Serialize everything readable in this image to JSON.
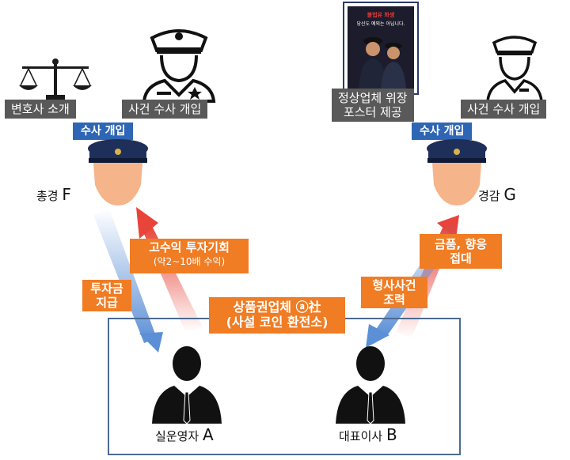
{
  "left_top": {
    "lawyer_label": "변호사 소개",
    "investigation_label": "사건 수사 개입",
    "badge": "수사 개입",
    "officer_title": "총경",
    "officer_letter": "F"
  },
  "right_top": {
    "poster_line1": "정상업체 위장",
    "poster_line2": "포스터 제공",
    "poster_header": "불법유 화생",
    "poster_sub": "당신도 예외는 아닙니다.",
    "investigation_label": "사건 수사 개입",
    "badge": "수사 개입",
    "officer_title": "경감",
    "officer_letter": "G"
  },
  "arrows": {
    "high_return_line1": "고수익 투자기회",
    "high_return_line2": "(약2~10배 수익)",
    "funds_line1": "투자금",
    "funds_line2": "지급",
    "criminal_line1": "형사사건",
    "criminal_line2": "조력",
    "bribe_line1": "금품, 향응",
    "bribe_line2": "접대"
  },
  "company": {
    "title_line1": "상품권업체 ⓐ社",
    "title_line2": "(사설 코인 환전소)"
  },
  "persons": {
    "a_title": "실운영자",
    "a_letter": "A",
    "b_title": "대표이사",
    "b_letter": "B"
  },
  "colors": {
    "orange": "#f07c24",
    "blue_badge": "#2e66b5",
    "gray_label": "#595959",
    "frame": "#4c6a92",
    "arrow_red": "#e8443a",
    "arrow_blue": "#5b8fd6"
  },
  "icons": [
    "scales-icon",
    "police-officer-icon",
    "police-cap-face-icon",
    "businessman-silhouette-icon",
    "poster-icon"
  ]
}
